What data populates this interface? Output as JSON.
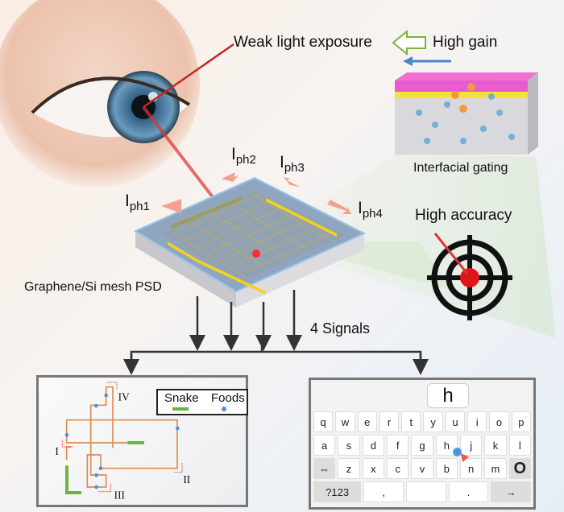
{
  "labels": {
    "weak_light": "Weak light exposure",
    "high_gain": "High gain",
    "interfacial": "Interfacial gating",
    "high_accuracy": "High accuracy",
    "psd": "Graphene/Si mesh PSD",
    "signals": "4 Signals"
  },
  "currents": [
    {
      "main": "I",
      "sub": "ph1"
    },
    {
      "main": "I",
      "sub": "ph2"
    },
    {
      "main": "I",
      "sub": "ph3"
    },
    {
      "main": "I",
      "sub": "ph4"
    }
  ],
  "snake_panel": {
    "legend_snake": "Snake",
    "legend_foods": "Foods",
    "markers": [
      "I",
      "II",
      "III",
      "IV"
    ]
  },
  "keyboard": {
    "row1": [
      "q",
      "w",
      "e",
      "r",
      "t",
      "y",
      "u",
      "i",
      "o",
      "p"
    ],
    "row2": [
      "a",
      "s",
      "d",
      "f",
      "g",
      "h",
      "j",
      "k",
      "l"
    ],
    "row3": [
      "⇔",
      "z",
      "x",
      "c",
      "v",
      "b",
      "n",
      "m",
      "O"
    ],
    "row4": [
      "?123",
      ",",
      "",
      ".",
      "→"
    ],
    "popup": "h"
  },
  "colors": {
    "laser": "#d22",
    "arrow_current": "#f29080",
    "snake": "#6db33f",
    "path": "#d9813f",
    "food": "#5b8bd6",
    "green_arrow": "#7cb342",
    "blue_arrow": "#4a86c8"
  }
}
